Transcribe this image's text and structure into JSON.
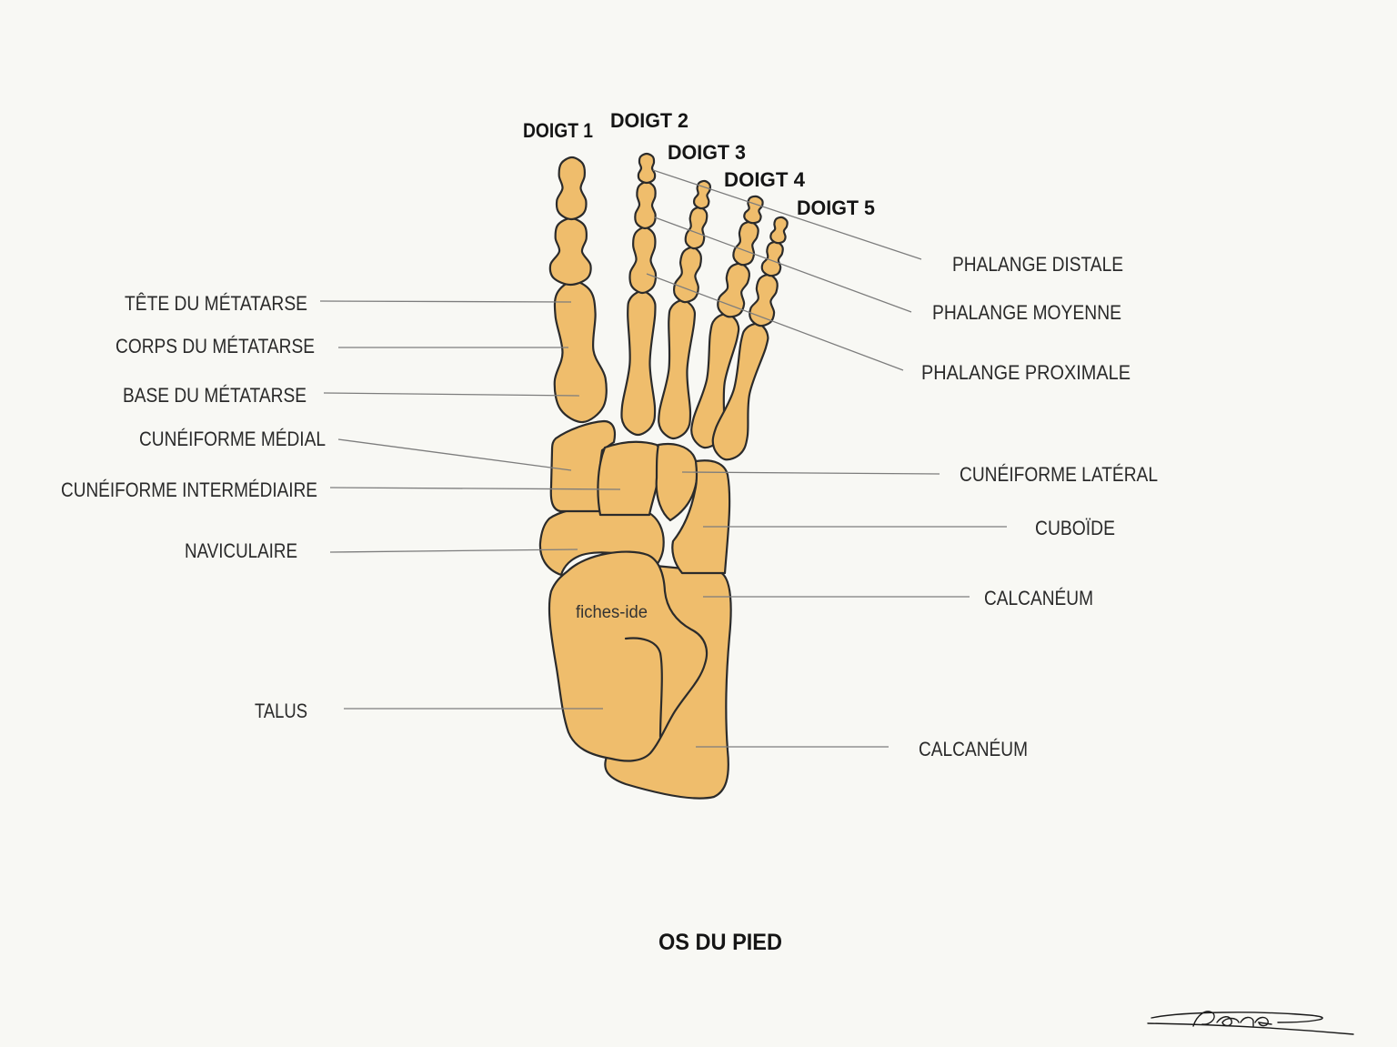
{
  "title": "OS DU PIED",
  "watermark": "fiches-ide",
  "toes": [
    "DOIGT 1",
    "DOIGT 2",
    "DOIGT 3",
    "DOIGT 4",
    "DOIGT 5"
  ],
  "labels": {
    "left": [
      "TÊTE DU MÉTATARSE",
      "CORPS DU MÉTATARSE",
      "BASE DU MÉTATARSE",
      "CUNÉIFORME MÉDIAL",
      "CUNÉIFORME INTERMÉDIAIRE",
      "NAVICULAIRE",
      "TALUS"
    ],
    "right": [
      "PHALANGE DISTALE",
      "PHALANGE MOYENNE",
      "PHALANGE PROXIMALE",
      "CUNÉIFORME LATÉRAL",
      "CUBOÏDE",
      "CALCANÉUM",
      "CALCANÉUM"
    ]
  },
  "colors": {
    "background": "#f8f8f4",
    "bone": "#efbd6c",
    "outline": "#2b2b2b",
    "leader_line": "#7d7d7d",
    "text": "#2a2a2a"
  }
}
